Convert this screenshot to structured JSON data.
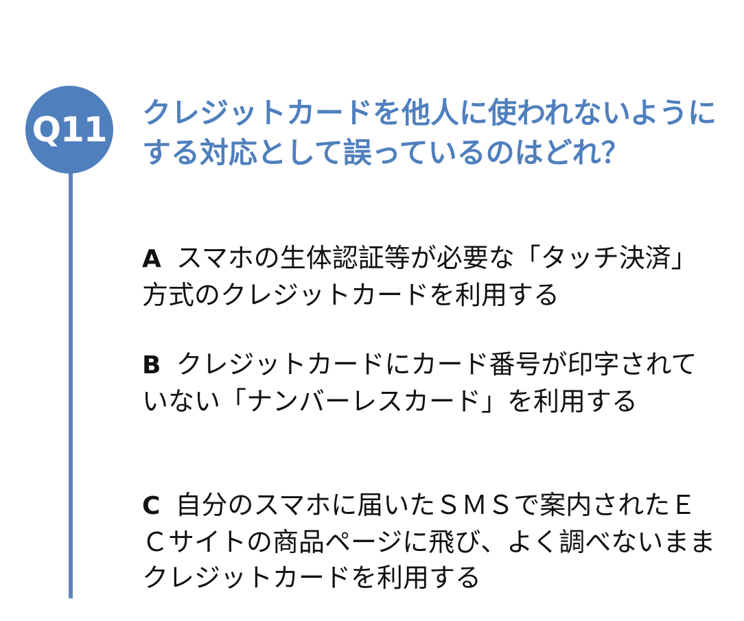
{
  "badge": {
    "label": "Q11"
  },
  "question": {
    "text": "クレジットカードを他人に使われないようにする対応として誤っているのはどれ？"
  },
  "options": [
    {
      "letter": "A",
      "text": "スマホの生体認証等が必要な「タッチ決済」方式のクレジットカードを利用する"
    },
    {
      "letter": "B",
      "text": "クレジットカードにカード番号が印字されていない「ナンバーレスカード」を利用する"
    },
    {
      "letter": "C",
      "text": "自分のスマホに届いたＳＭＳで案内されたＥＣサイトの商品ページに飛び、よく調べないままクレジットカードを利用する"
    }
  ],
  "colors": {
    "accent": "#4f7fbd",
    "line": "#5a86c0",
    "text": "#111111"
  }
}
